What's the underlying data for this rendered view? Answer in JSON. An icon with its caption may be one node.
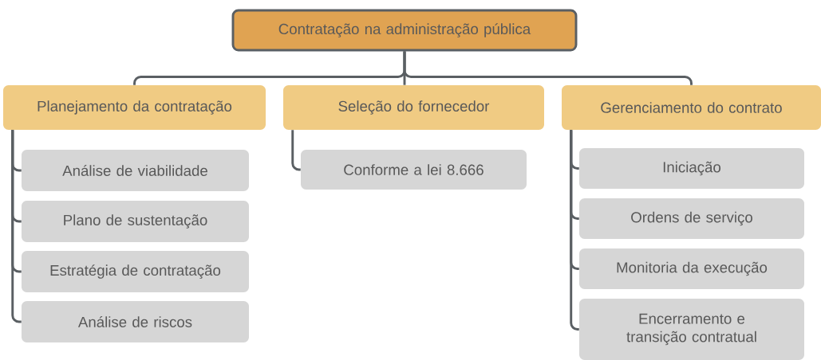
{
  "diagram": {
    "nodes": [
      {
        "text": [
          "Contratação na administração pública"
        ]
      },
      {
        "text": [
          "Planejamento da contratação"
        ]
      },
      {
        "text": [
          "Seleção do fornecedor"
        ]
      },
      {
        "text": [
          "Gerenciamento do contrato"
        ]
      },
      {
        "text": [
          "Análise de viabilidade"
        ]
      },
      {
        "text": [
          "Plano de sustentação"
        ]
      },
      {
        "text": [
          "Estratégia de contratação"
        ]
      },
      {
        "text": [
          "Análise de riscos"
        ]
      },
      {
        "text": [
          "Conforme a lei 8.666"
        ]
      },
      {
        "text": [
          "Iniciação"
        ]
      },
      {
        "text": [
          "Ordens de serviço"
        ]
      },
      {
        "text": [
          "Monitoria da execução"
        ]
      },
      {
        "text": [
          "Encerramento e transição contratual"
        ]
      }
    ],
    "edges": [
      {
        "from": 0,
        "to": 1,
        "arrow": "none"
      },
      {
        "from": 0,
        "to": 2,
        "arrow": "none"
      },
      {
        "from": 0,
        "to": 3,
        "arrow": "none"
      },
      {
        "from": 1,
        "to": 4,
        "arrow": "none"
      },
      {
        "from": 1,
        "to": 5,
        "arrow": "none"
      },
      {
        "from": 1,
        "to": 6,
        "arrow": "none"
      },
      {
        "from": 1,
        "to": 7,
        "arrow": "none"
      },
      {
        "from": 2,
        "to": 8,
        "arrow": "none"
      },
      {
        "from": 3,
        "to": 9,
        "arrow": "none"
      },
      {
        "from": 3,
        "to": 10,
        "arrow": "none"
      },
      {
        "from": 3,
        "to": 11,
        "arrow": "none"
      },
      {
        "from": 3,
        "to": 12,
        "arrow": "none"
      }
    ]
  }
}
